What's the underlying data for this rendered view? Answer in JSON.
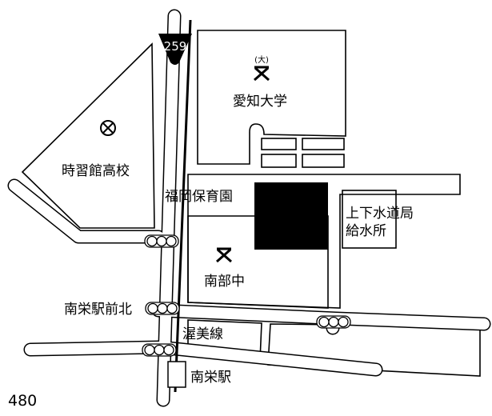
{
  "map": {
    "route_number": "259",
    "page_number": "480",
    "labels": {
      "high_school": "時習館高校",
      "university": "愛知大学",
      "university_mark": "(大)",
      "nursery": "福岡保育園",
      "waterworks_line1": "上下水道局",
      "waterworks_line2": "給水所",
      "middle_school": "南部中",
      "intersection": "南栄駅前北",
      "railway": "渥美線",
      "station": "南栄駅"
    },
    "colors": {
      "ink": "#000000",
      "paper": "#ffffff"
    }
  }
}
